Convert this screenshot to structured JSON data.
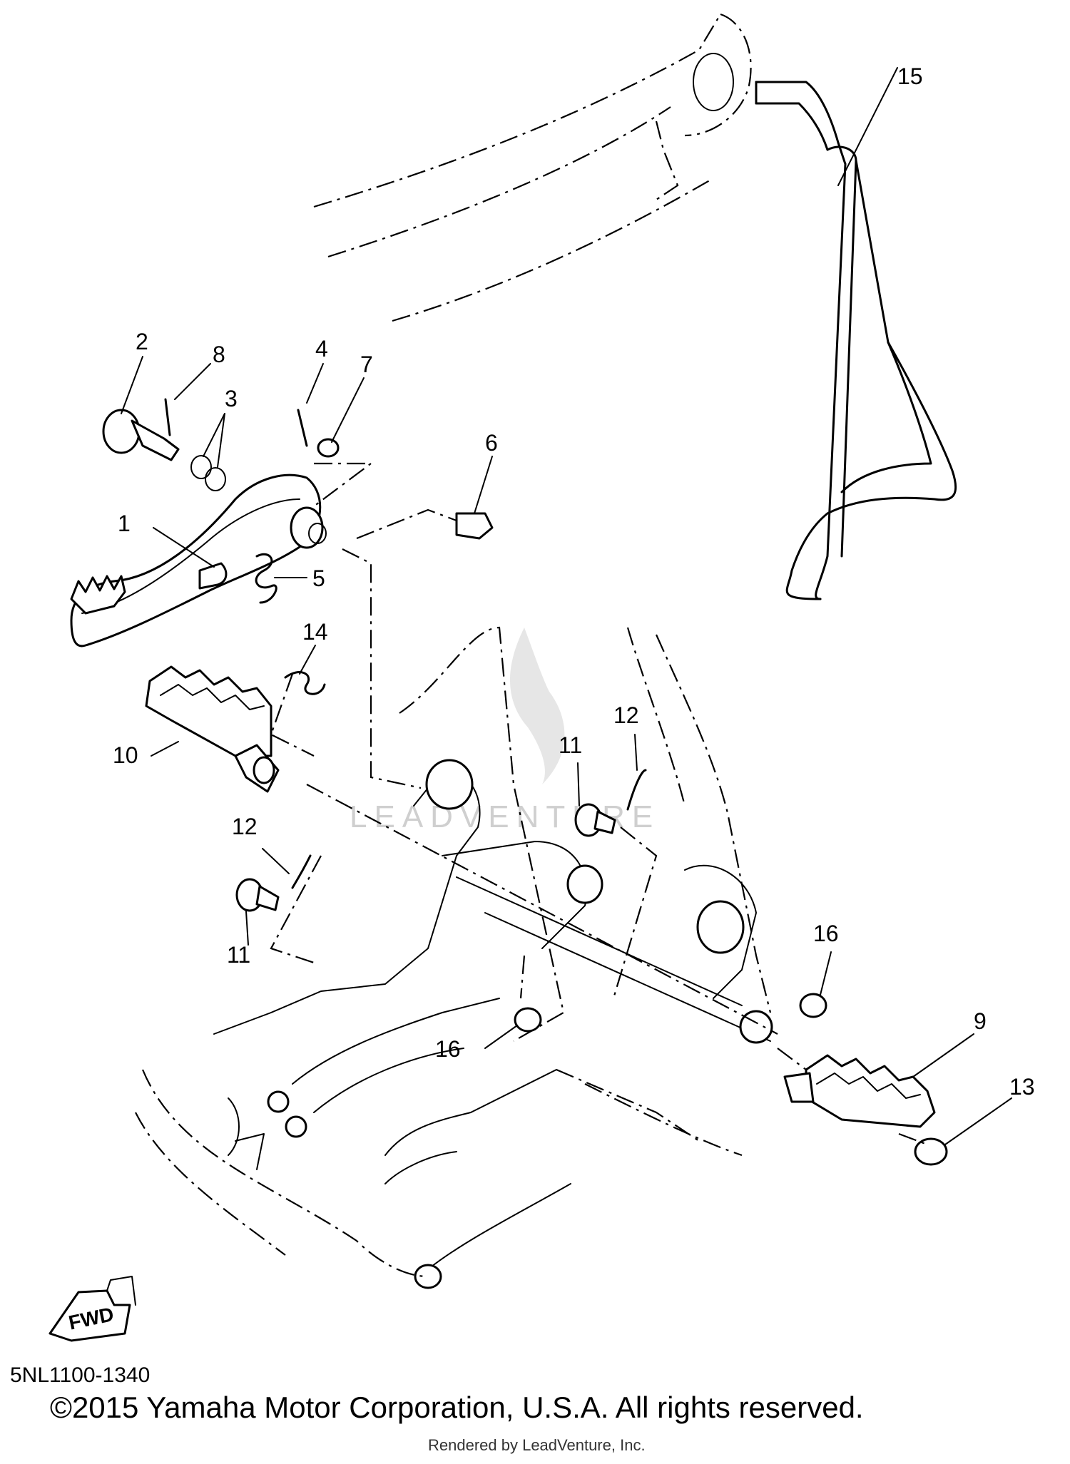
{
  "diagram": {
    "code": "5NL1100-1340",
    "fwd_label": "FWD",
    "watermark": "LEADVENTURE",
    "copyright": "©2015 Yamaha Motor Corporation, U.S.A. All rights reserved.",
    "rendered_by": "Rendered by LeadVenture, Inc.",
    "callouts": [
      "1",
      "2",
      "3",
      "4",
      "5",
      "6",
      "7",
      "8",
      "9",
      "10",
      "11",
      "11",
      "12",
      "12",
      "13",
      "14",
      "15",
      "16",
      "16"
    ]
  }
}
